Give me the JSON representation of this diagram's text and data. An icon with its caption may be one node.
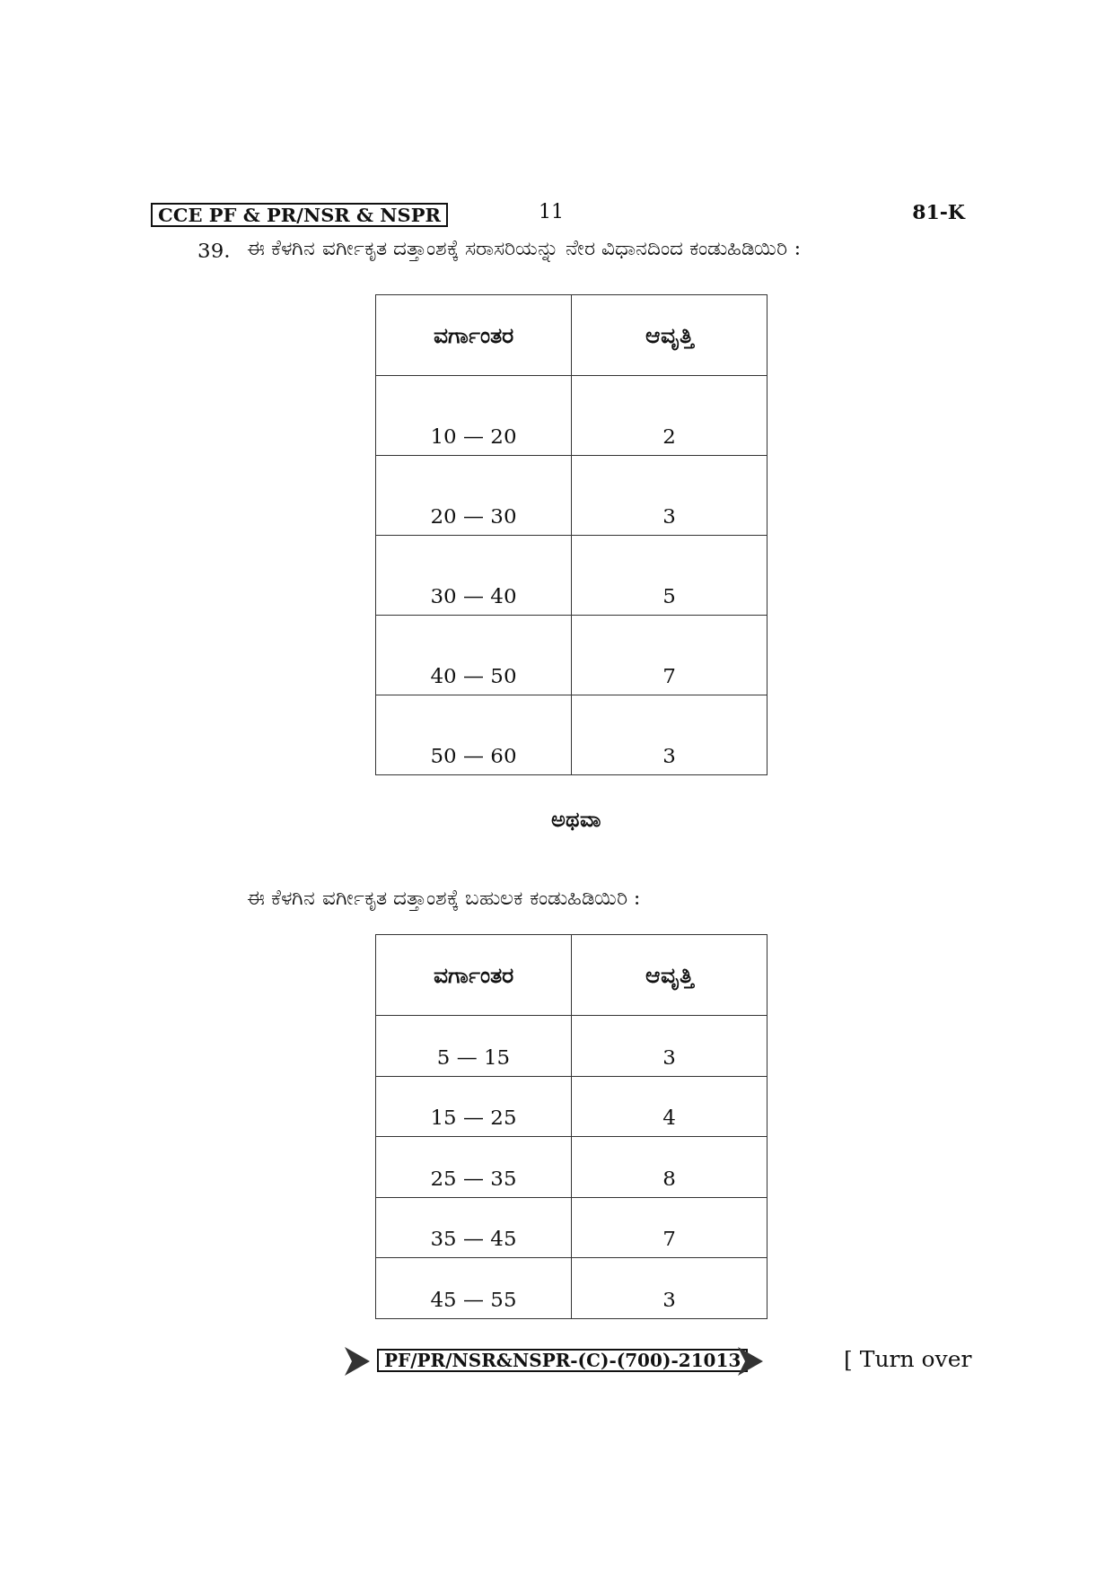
{
  "diagram": {
    "labels": [
      "CCE PF & PR/NSR & NSPR",
      "11",
      "81-K",
      "39.",
      "ಈ ಕೆಳಗಿನ ವರ್ಗೀಕೃತ ದತ್ತಾಂಶಕ್ಕೆ ಸರಾಸರಿಯನ್ನು ನೇರ ವಿಧಾನದಿಂದ ಕಂಡುಹಿಡಿಯಿರಿ :",
      "ವರ್ಗಾಂತರ",
      "ಆವೃತ್ತಿ",
      "10 — 20",
      "2",
      "20 — 30",
      "3",
      "30 — 40",
      "5",
      "40 — 50",
      "7",
      "50 — 60",
      "3",
      "ಅಥವಾ",
      "ಈ ಕೆಳಗಿನ ವರ್ಗೀಕೃತ ದತ್ತಾಂಶಕ್ಕೆ ಬಹುಲಕ ಕಂಡುಹಿಡಿಯಿರಿ :",
      "ವರ್ಗಾಂತರ",
      "ಆವೃತ್ತಿ",
      "5 — 15",
      "3",
      "15 — 25",
      "4",
      "25 — 35",
      "8",
      "35 — 45",
      "7",
      "45 — 55",
      "3",
      "PF/PR/NSR&NSPR-(C)-(700)-21013",
      "[ Turn over"
    ]
  }
}
